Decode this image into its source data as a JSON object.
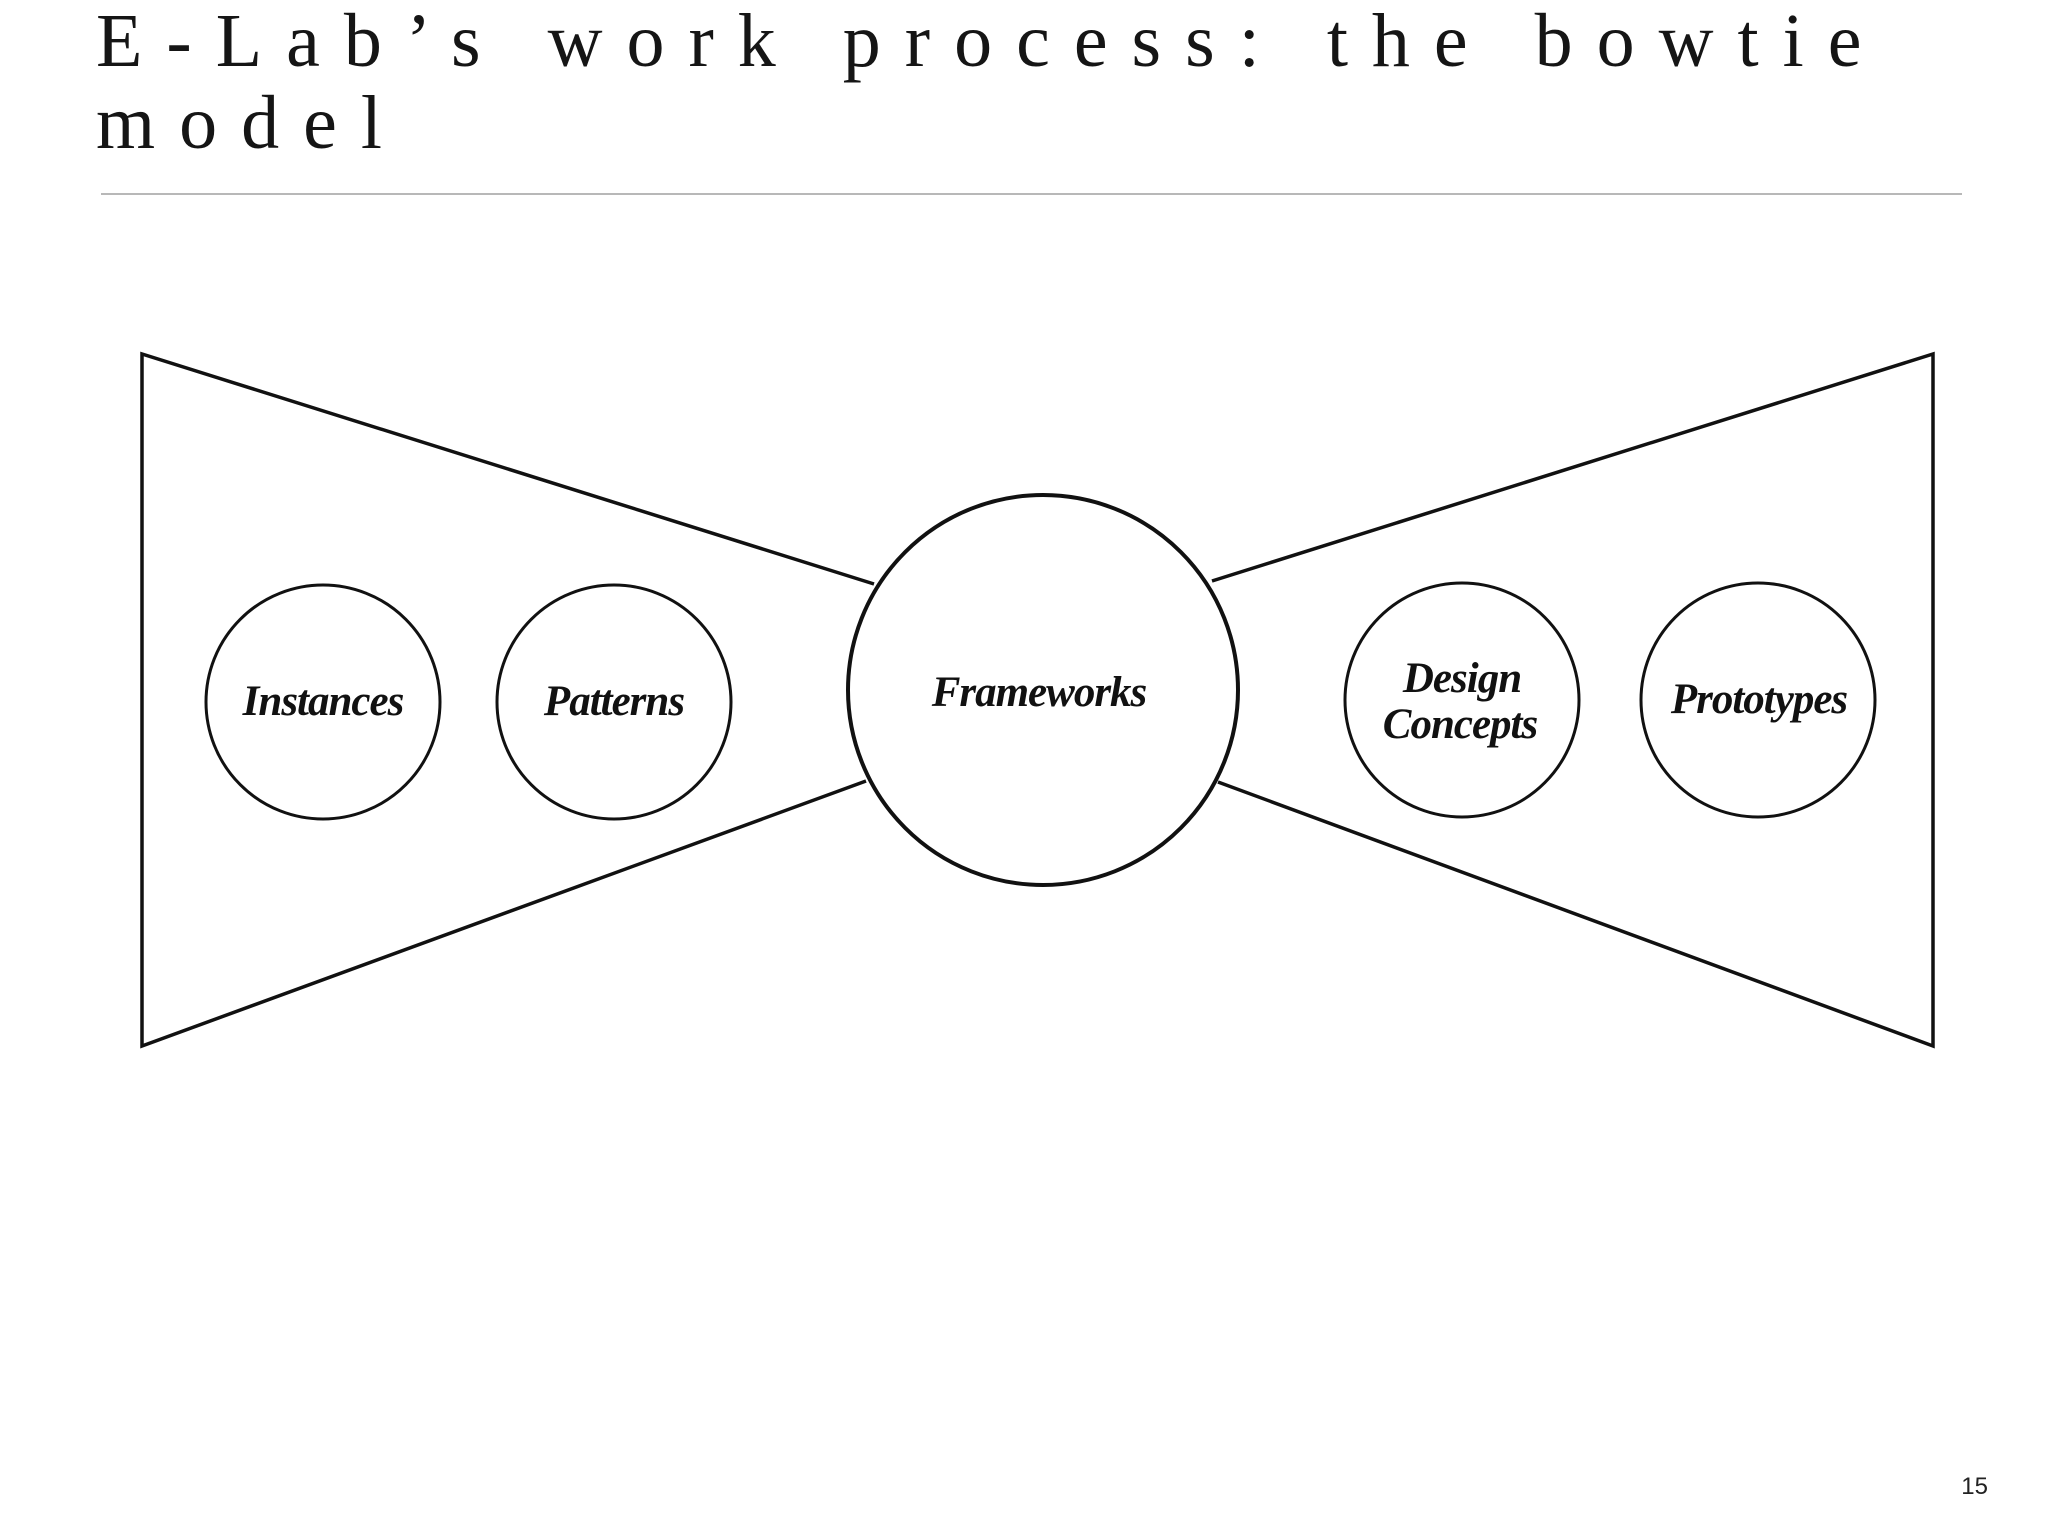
{
  "slide": {
    "title": "E-Lab’s work process: the bowtie model",
    "page_number": "15"
  },
  "diagram": {
    "left_nodes": [
      {
        "id": "instances",
        "label": "Instances"
      },
      {
        "id": "patterns",
        "label": "Patterns"
      }
    ],
    "center_node": {
      "id": "frameworks",
      "label": "Frameworks"
    },
    "right_nodes": [
      {
        "id": "design-concepts",
        "label_lines": [
          "Design",
          "Concepts"
        ]
      },
      {
        "id": "prototypes",
        "label": "Prototypes"
      }
    ]
  },
  "colors": {
    "stroke": "#111111",
    "background": "#ffffff",
    "rule": "#b8b8b8"
  }
}
